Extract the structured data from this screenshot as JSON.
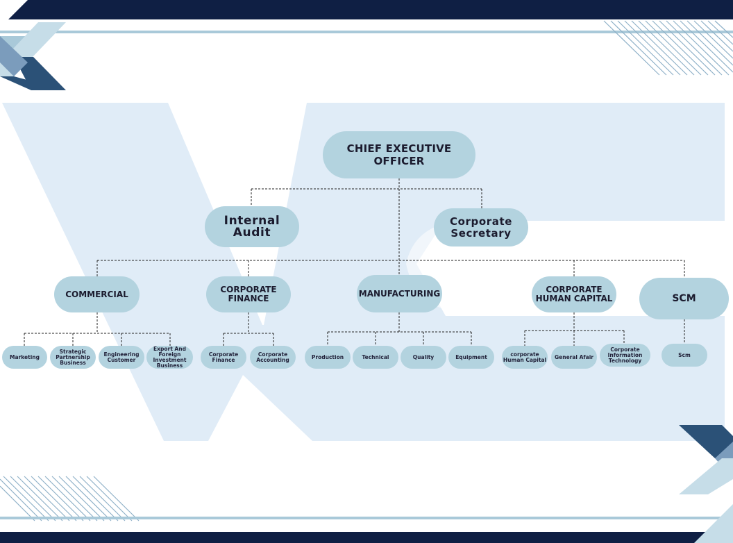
{
  "org": {
    "ceo": "CHIEF EXECUTIVE OFFICER",
    "internal_audit": "Internal Audit",
    "corporate_secretary": "Corporate\nSecretary",
    "divisions": [
      {
        "label": "COMMERCIAL",
        "units": [
          "Marketing",
          "Strategic\nPartnership\nBusiness",
          "Engineering\nCustomer",
          "Export And\nForeign Investment\nBusiness"
        ]
      },
      {
        "label": "CORPORATE\nFINANCE",
        "units": [
          "Corporate\nFinance",
          "Corporate\nAccounting"
        ]
      },
      {
        "label": "MANUFACTURING",
        "units": [
          "Production",
          "Technical",
          "Quality",
          "Equipment"
        ]
      },
      {
        "label": "CORPORATE\nHUMAN CAPITAL",
        "units": [
          "corporate\nHuman Capital",
          "General Afair",
          "Corporate\nInformation\nTechnology"
        ]
      },
      {
        "label": "SCM",
        "units": [
          "Scm"
        ]
      }
    ]
  },
  "colors": {
    "navy": "#0f1f44",
    "node_fill": "#b3d3df",
    "watermark": "#e0ecf7",
    "accent_light": "#a9c9d9",
    "accent_mid": "#7b9cbc",
    "accent_dark": "#2b5177"
  }
}
